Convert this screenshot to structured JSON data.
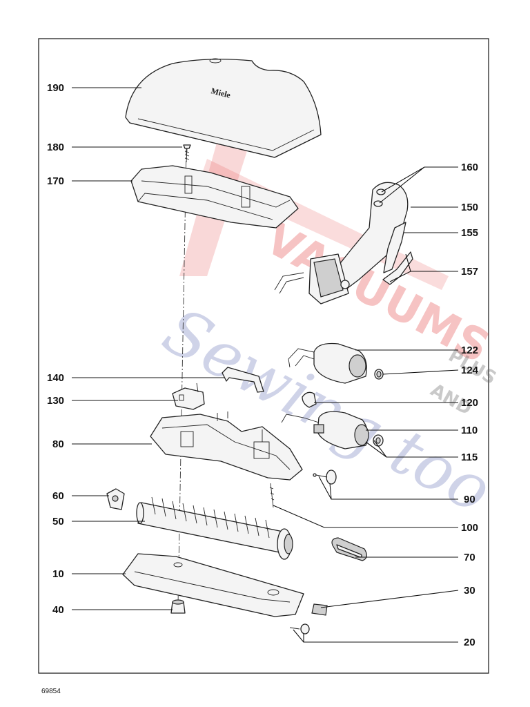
{
  "diagram": {
    "document_code": "69854",
    "brand_mark": "Miele",
    "part_numbers": {
      "p190": "190",
      "p180": "180",
      "p170": "170",
      "p160": "160",
      "p150": "150",
      "p155": "155",
      "p157": "157",
      "p122": "122",
      "p124": "124",
      "p140": "140",
      "p130": "130",
      "p120": "120",
      "p80": "80",
      "p110": "110",
      "p115": "115",
      "p60": "60",
      "p90": "90",
      "p50": "50",
      "p100": "100",
      "p70": "70",
      "p10": "10",
      "p30": "30",
      "p40": "40",
      "p20": "20"
    }
  },
  "watermark": {
    "word1": "VACUUMS",
    "word2": "Sewing too",
    "word3": "AND",
    "word4": "PLUS"
  }
}
